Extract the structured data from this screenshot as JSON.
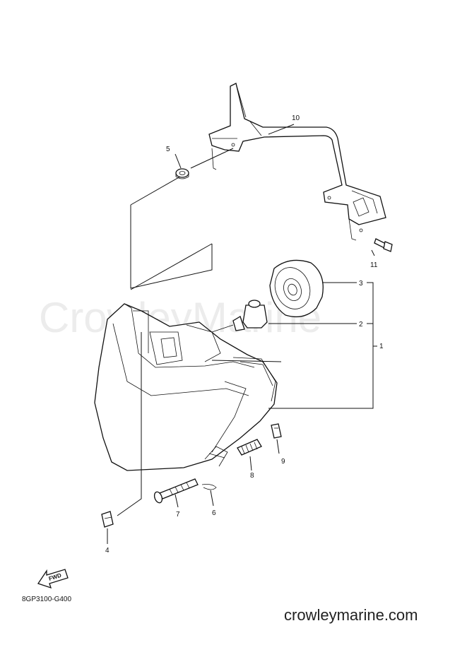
{
  "watermark": "CrowleyMarine",
  "diagram_code": "8GP3100-G400",
  "site": "crowleymarine.com",
  "fwd_label": "FWD",
  "callouts": {
    "c1": "1",
    "c2": "2",
    "c3": "3",
    "c4": "4",
    "c5": "5",
    "c6": "6",
    "c7": "7",
    "c8": "8",
    "c9": "9",
    "c10": "10",
    "c11": "11"
  }
}
